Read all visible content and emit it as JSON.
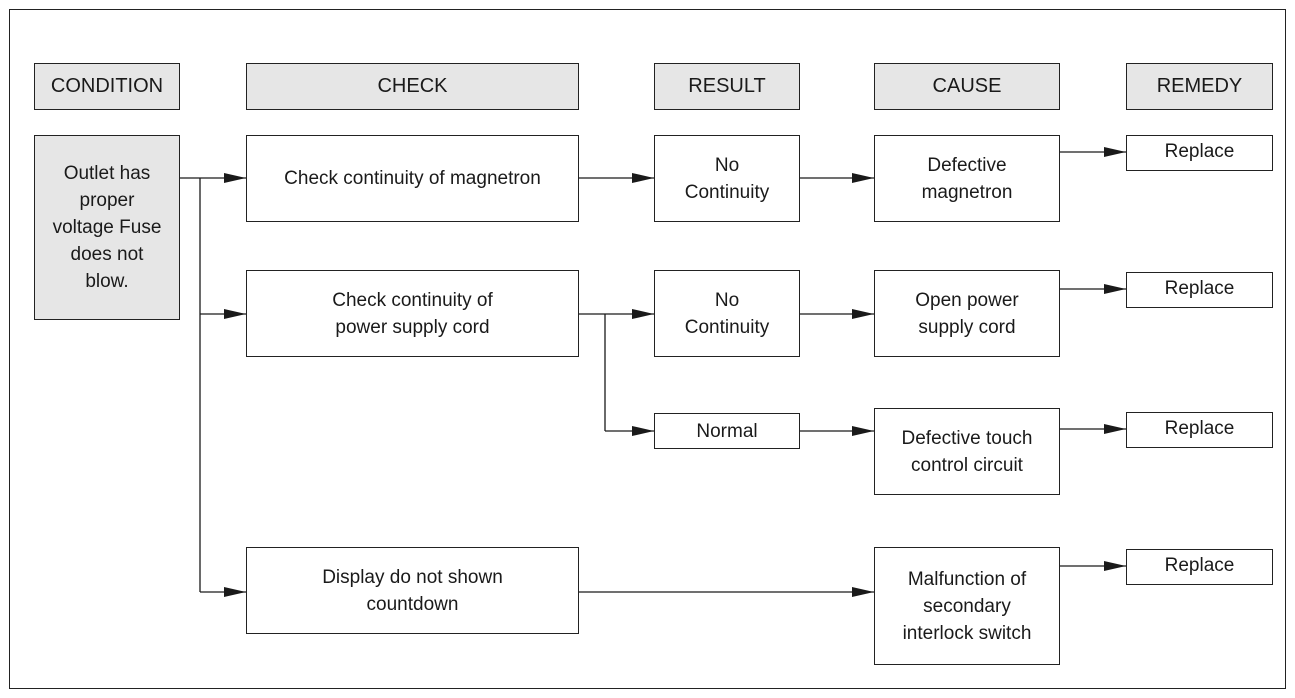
{
  "headers": {
    "condition": "CONDITION",
    "check": "CHECK",
    "result": "RESULT",
    "cause": "CAUSE",
    "remedy": "REMEDY"
  },
  "condition": "Outlet has\nproper\nvoltage Fuse\ndoes not\nblow.",
  "checks": {
    "magnetron": "Check continuity of magnetron",
    "power_cord": "Check continuity of\npower supply cord",
    "display": "Display do not shown\ncountdown"
  },
  "results": {
    "no_continuity_1": "No\nContinuity",
    "no_continuity_2": "No\nContinuity",
    "normal": "Normal"
  },
  "causes": {
    "magnetron": "Defective\nmagnetron",
    "power_cord": "Open power\nsupply cord",
    "touch_control": "Defective touch\ncontrol circuit",
    "interlock": "Malfunction of\nsecondary\ninterlock switch"
  },
  "remedies": {
    "r1": "Replace",
    "r2": "Replace",
    "r3": "Replace",
    "r4": "Replace"
  }
}
